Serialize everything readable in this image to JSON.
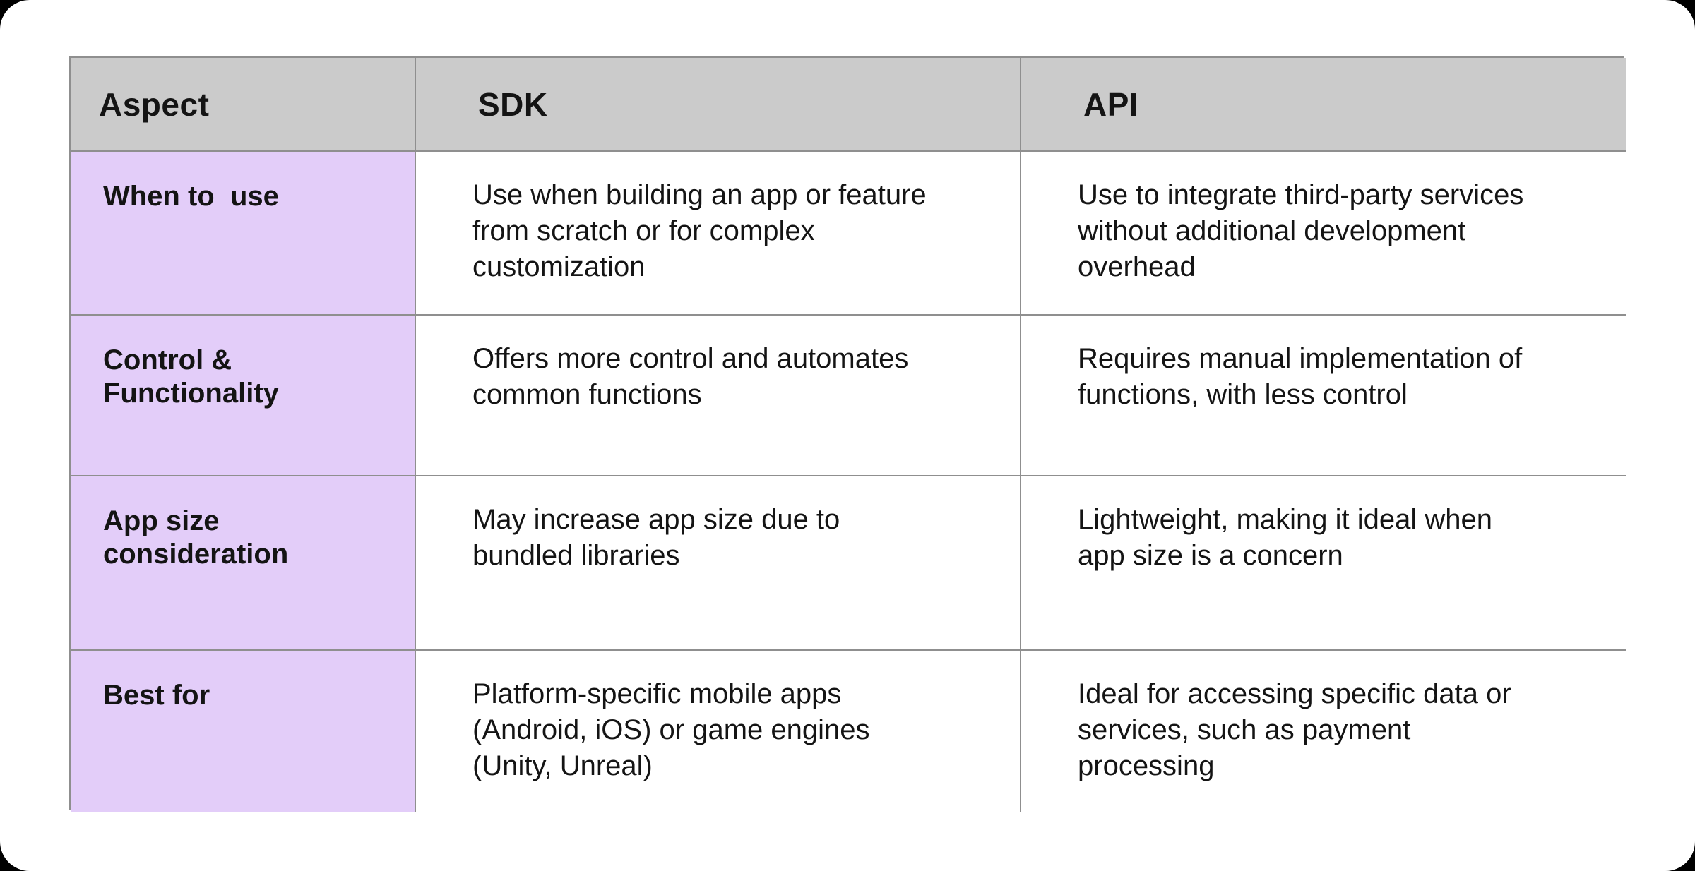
{
  "page": {
    "background_color": "#000000",
    "card_color": "#ffffff"
  },
  "table": {
    "type": "table",
    "border_color": "#8f8f8f",
    "header_bg_color": "#cbcbcb",
    "aspect_column_bg_color": "#e3cdf9",
    "text_color": "#141414",
    "columns": [
      "Aspect",
      "SDK",
      "API"
    ],
    "rows": [
      {
        "aspect": "When to  use",
        "sdk": "Use when building an app or feature\nfrom scratch or for complex\ncustomization",
        "api": "Use to integrate third-party services\nwithout additional development\noverhead"
      },
      {
        "aspect": "Control &\nFunctionality",
        "sdk": "Offers more control and automates\ncommon functions",
        "api": "Requires manual implementation of\nfunctions, with less control"
      },
      {
        "aspect": "App size\nconsideration",
        "sdk": "May increase app size due to\nbundled libraries",
        "api": "Lightweight, making it ideal when\napp size is a concern"
      },
      {
        "aspect": "Best for",
        "sdk": "Platform-specific mobile apps\n(Android, iOS) or game engines\n(Unity, Unreal)",
        "api": "Ideal for accessing specific data or\nservices, such as payment\nprocessing"
      }
    ]
  }
}
